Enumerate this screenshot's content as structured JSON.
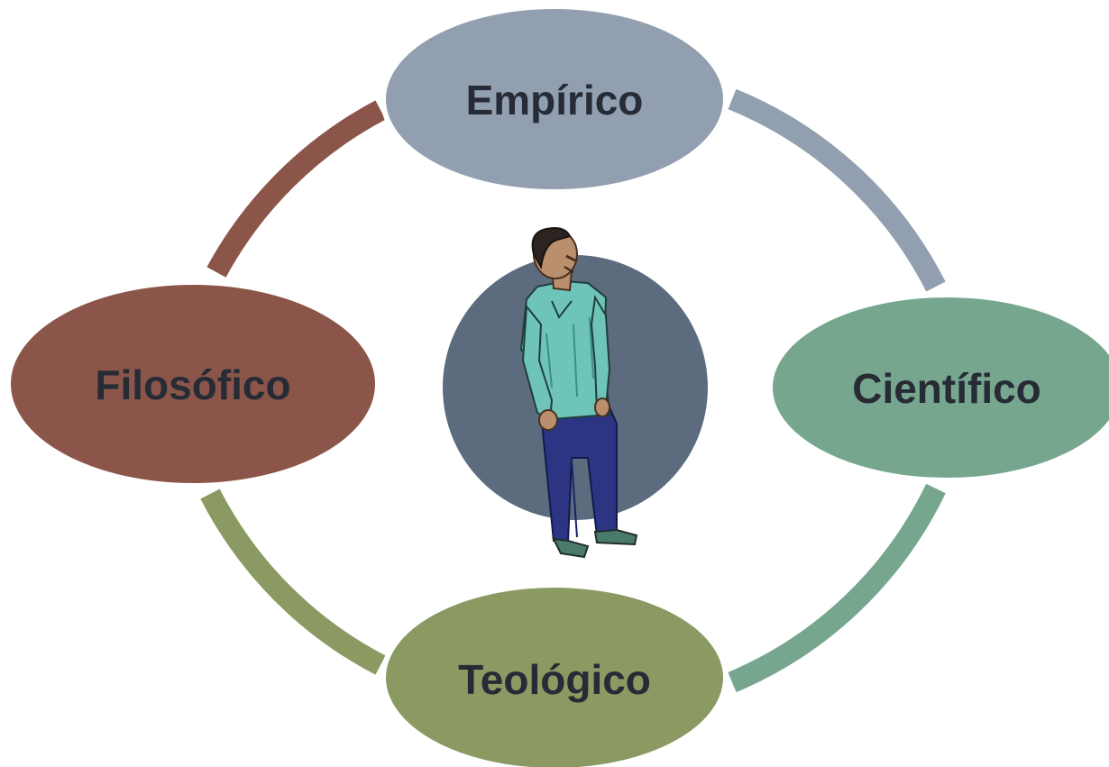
{
  "diagram": {
    "nodes": {
      "top": {
        "label": "Empírico",
        "color": "#919fb1"
      },
      "right": {
        "label": "Científico",
        "color": "#77a68f"
      },
      "bottom": {
        "label": "Teológico",
        "color": "#8a9a62"
      },
      "left": {
        "label": "Filosófico",
        "color": "#8b5649"
      }
    },
    "center": {
      "circle_color": "#5c6b7d",
      "figure": "person-looking-up"
    },
    "colors": {
      "label_text": "#262b36",
      "background": "#ffffff"
    }
  }
}
